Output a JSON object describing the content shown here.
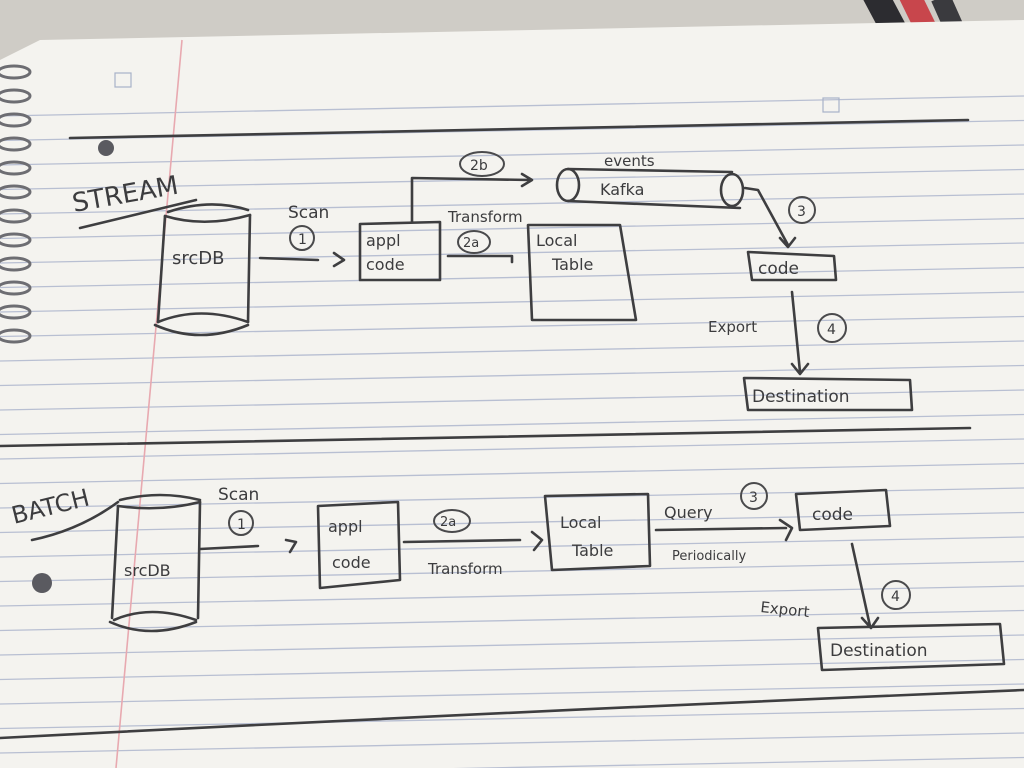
{
  "notebook": {
    "paper_color": "#f4f3ef",
    "ink_color": "#3e3e40",
    "margin_line_color": "#e8a9b0",
    "rule_color": "#b8bfd2"
  },
  "stream": {
    "title": "STREAM",
    "source": "srcDB",
    "scan_label": "Scan",
    "step1": "1",
    "app_code_line1": "appl",
    "app_code_line2": "code",
    "step2b": "2b",
    "events_label": "events",
    "kafka_label": "Kafka",
    "transform_label": "Transform",
    "step2a": "2a",
    "local_table_line1": "Local",
    "local_table_line2": "Table",
    "step3": "3",
    "code_label": "code",
    "export_label": "Export",
    "step4": "4",
    "destination": "Destination"
  },
  "batch": {
    "title": "BATCH",
    "source": "srcDB",
    "scan_label": "Scan",
    "step1": "1",
    "app_code_line1": "appl",
    "app_code_line2": "code",
    "step2a": "2a",
    "transform_label": "Transform",
    "local_table_line1": "Local",
    "local_table_line2": "Table",
    "query_label": "Query",
    "step3": "3",
    "periodically_label": "Periodically",
    "code_label": "code",
    "export_label": "Export",
    "step4": "4",
    "destination": "Destination"
  }
}
